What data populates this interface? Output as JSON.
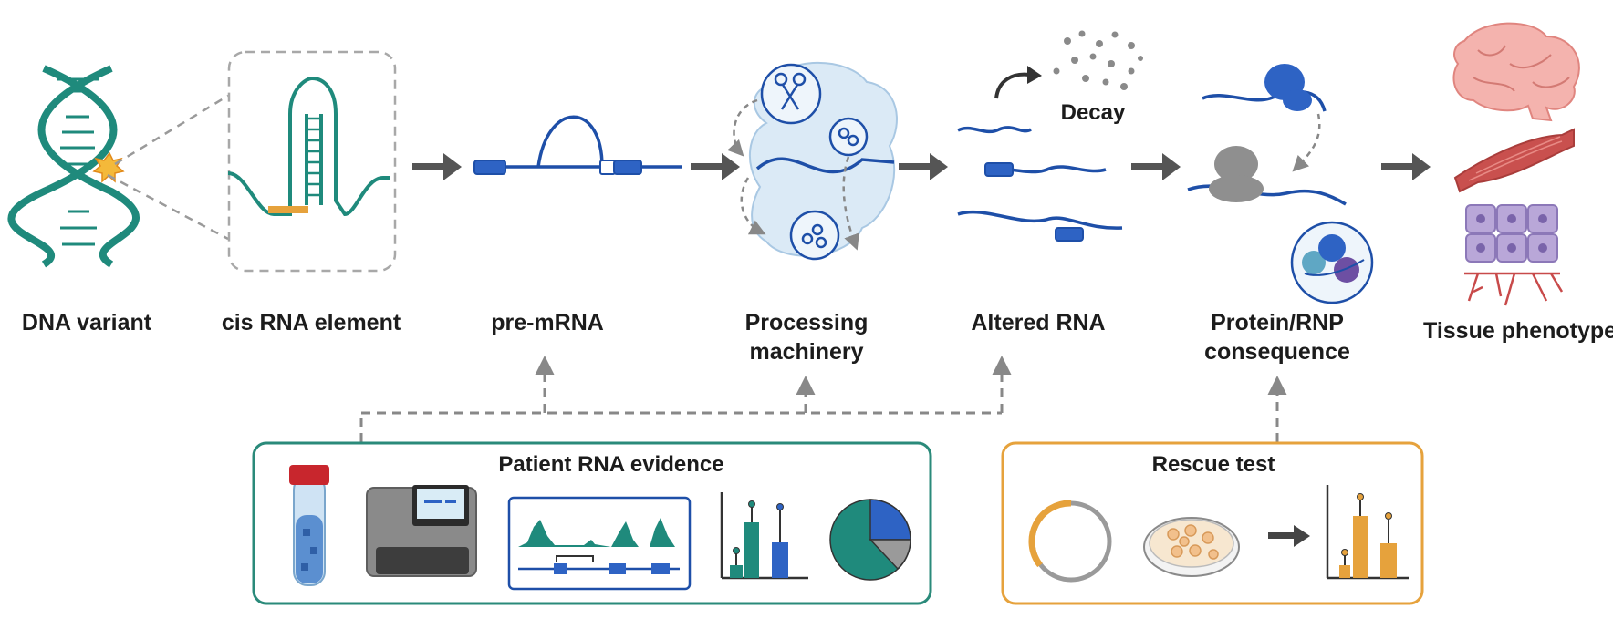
{
  "stages": [
    {
      "label": "DNA variant"
    },
    {
      "label": "cis RNA element"
    },
    {
      "label": "pre-mRNA"
    },
    {
      "label_line1": "Processing",
      "label_line2": "machinery"
    },
    {
      "label": "Altered RNA"
    },
    {
      "label_line1": "Protein/RNP",
      "label_line2": "consequence"
    },
    {
      "label": "Tissue phenotype"
    }
  ],
  "decay_label": "Decay",
  "evidence_box": {
    "title": "Patient RNA evidence"
  },
  "rescue_box": {
    "title": "Rescue test"
  },
  "colors": {
    "teal": "#1f8a7c",
    "blue": "#1e4fa8",
    "orange": "#e6a23c",
    "gray": "#6b6b6b",
    "evidence_border": "#2a8a7a",
    "rescue_border": "#e6a23c"
  },
  "icons": [
    "dna-helix-icon",
    "variant-star-icon",
    "stem-loop-icon",
    "scissors-icon",
    "spliceosome-icon",
    "decay-fragments-icon",
    "ribosome-icon",
    "rnp-complex-icon",
    "brain-icon",
    "muscle-icon",
    "cells-icon",
    "sample-tube-icon",
    "sequencer-icon",
    "coverage-track-icon",
    "bar-chart-icon",
    "pie-chart-icon",
    "plasmid-icon",
    "petri-dish-icon"
  ]
}
